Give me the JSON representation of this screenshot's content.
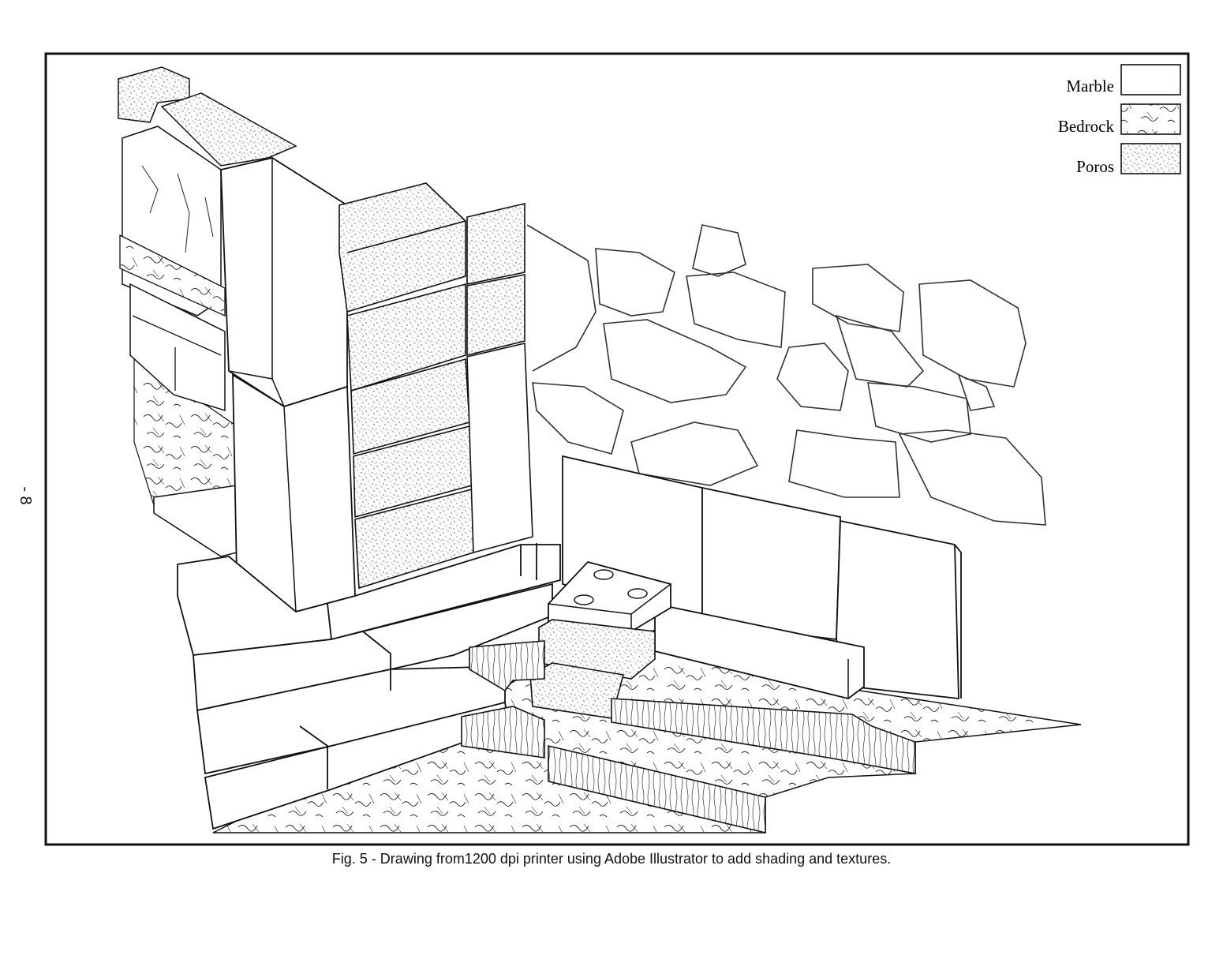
{
  "page_number": "- 8 -",
  "legend": {
    "items": [
      {
        "label": "Marble",
        "material": "marble"
      },
      {
        "label": "Bedrock",
        "material": "bedrock"
      },
      {
        "label": "Poros",
        "material": "poros"
      }
    ]
  },
  "caption": "Fig. 5 - Drawing from1200 dpi printer using Adobe Illustrator to add shading and textures.",
  "colors": {
    "line": "#111111",
    "paper": "#ffffff",
    "dot": "#444444"
  }
}
